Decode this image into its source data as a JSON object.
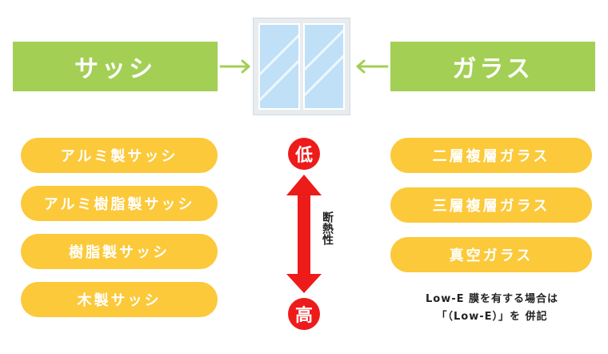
{
  "colors": {
    "green": "#a3cf55",
    "yellow": "#fbc93a",
    "red": "#ee1b1b",
    "glass": "#bfe0f7",
    "frame": "#e9ecef"
  },
  "sash": {
    "title": "サッシ",
    "items": [
      "アルミ製サッシ",
      "アルミ樹脂製サッシ",
      "樹脂製サッシ",
      "木製サッシ"
    ]
  },
  "glass": {
    "title": "ガラス",
    "items": [
      "二層複層ガラス",
      "三層複層ガラス",
      "真空ガラス"
    ]
  },
  "scale": {
    "low": "低",
    "high": "高",
    "label": "断熱性"
  },
  "note": {
    "line1": "Low-E 膜を有する場合は",
    "line2": "「（Low-E）」を 併記"
  },
  "icons": {
    "window": "window-icon",
    "left_arrow": "arrow-right-icon",
    "right_arrow": "arrow-left-icon",
    "scale_arrow": "double-arrow-vertical-icon"
  }
}
